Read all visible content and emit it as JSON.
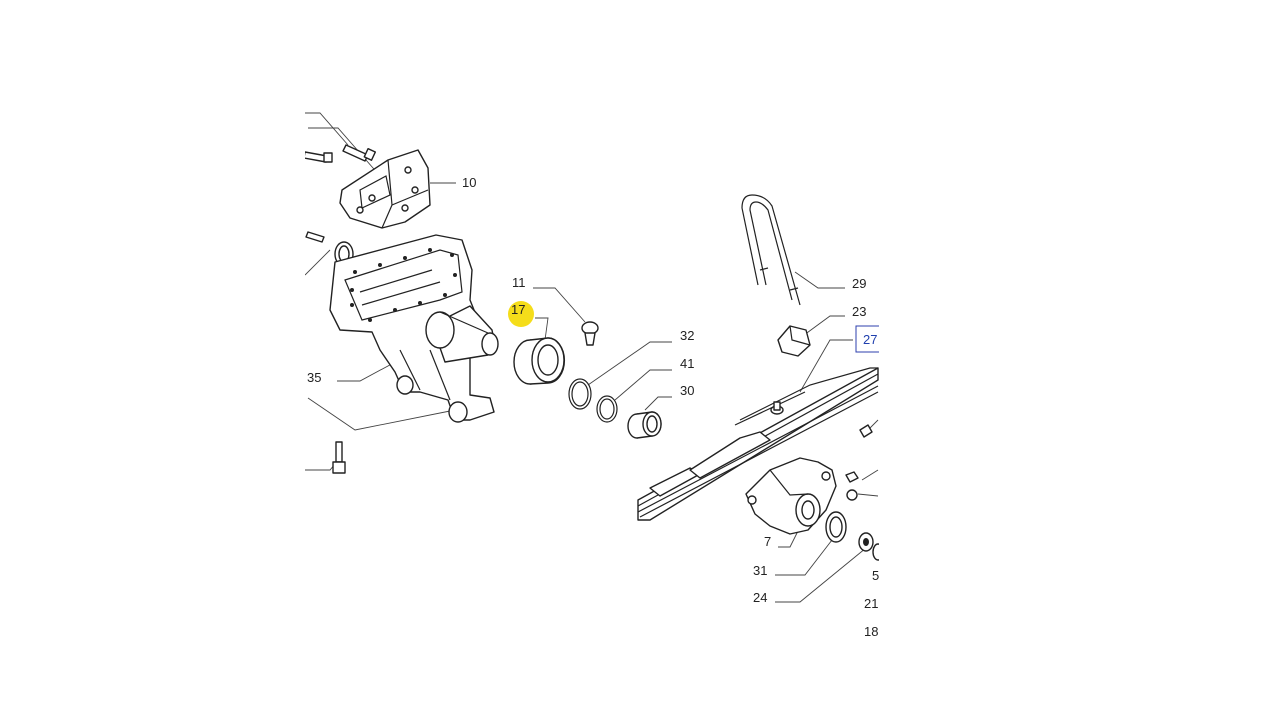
{
  "diagram": {
    "callouts": [
      {
        "id": "c10",
        "text": "10"
      },
      {
        "id": "c11",
        "text": "11"
      },
      {
        "id": "c17",
        "text": "17",
        "highlighted": true
      },
      {
        "id": "c32",
        "text": "32"
      },
      {
        "id": "c41",
        "text": "41"
      },
      {
        "id": "c30",
        "text": "30"
      },
      {
        "id": "c35",
        "text": "35"
      },
      {
        "id": "c29",
        "text": "29"
      },
      {
        "id": "c23",
        "text": "23"
      },
      {
        "id": "c27",
        "text": "27",
        "selected": true
      },
      {
        "id": "c7",
        "text": "7"
      },
      {
        "id": "c31",
        "text": "31"
      },
      {
        "id": "c24",
        "text": "24"
      },
      {
        "id": "c5",
        "text": "5"
      },
      {
        "id": "c21",
        "text": "21"
      },
      {
        "id": "c18",
        "text": "18"
      }
    ],
    "colors": {
      "highlight_marker": "#f5dd1a",
      "selection_box": "#2c3fae",
      "line": "#222222",
      "background": "#ffffff"
    }
  }
}
